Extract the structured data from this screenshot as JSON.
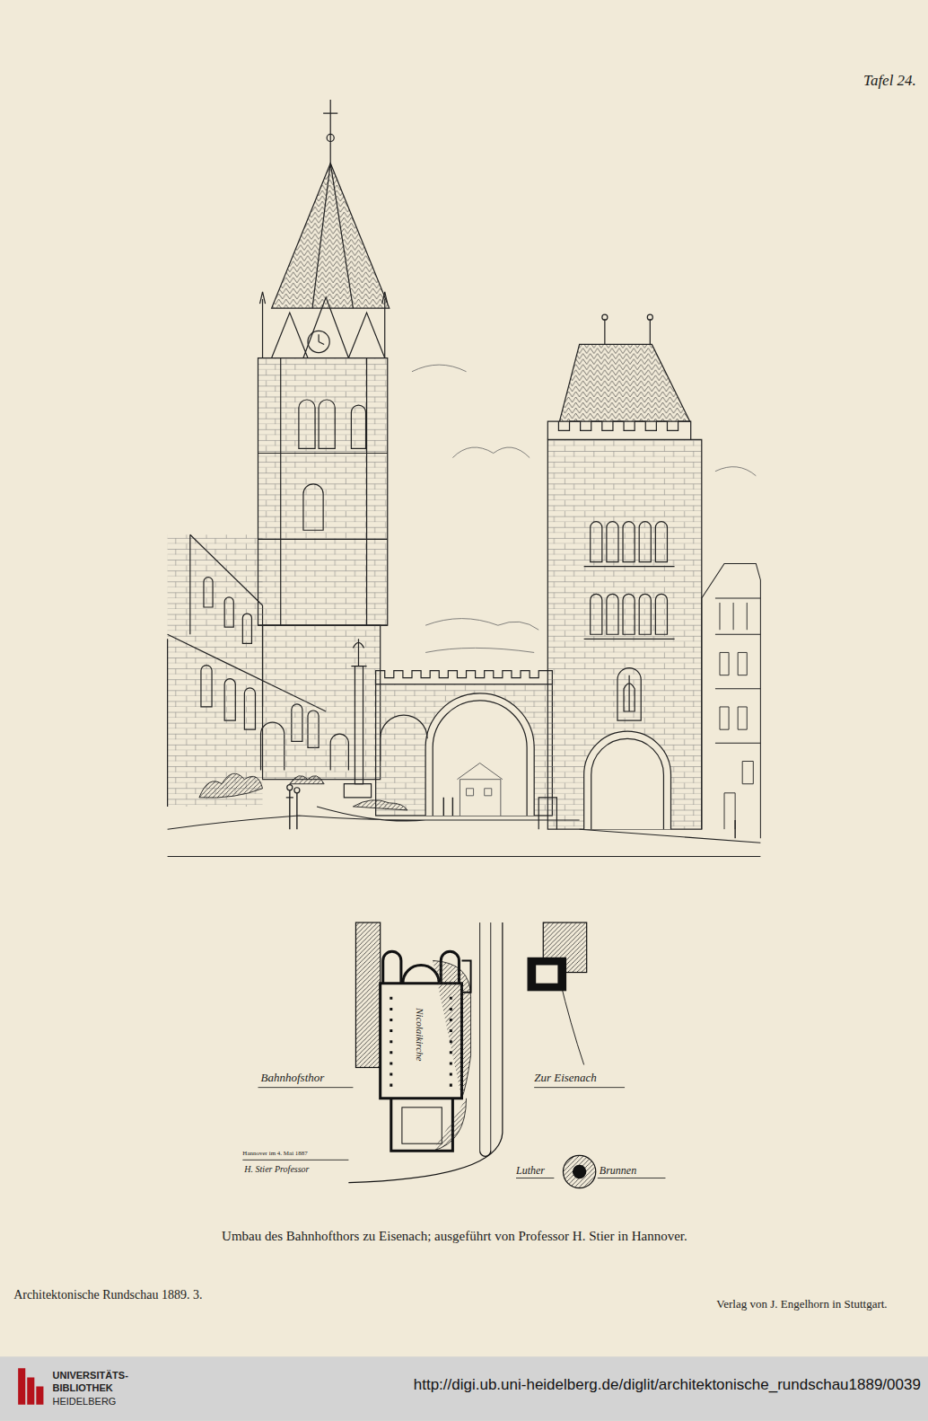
{
  "diagram": {
    "caption": "Umbau des Bahnhofthors zu Eisenach; ausgeführt von Professor H. Stier in Hannover.",
    "labels": [
      "Tafel 24.",
      "Bahnhofsthor",
      "Nicolaikirche",
      "Zur Eisenach",
      "Hannover im 4. Mai 1887",
      "H. Stier Professor",
      "Luther",
      "Brunnen",
      "Architektonische Rundschau 1889. 3.",
      "Verlag von J. Engelhorn in Stuttgart.",
      "UNIVERSITÄTS-",
      "BIBLIOTHEK",
      "HEIDELBERG",
      "http://digi.ub.uni-heidelberg.de/diglit/architektonische_rundschau1889/0039"
    ]
  }
}
